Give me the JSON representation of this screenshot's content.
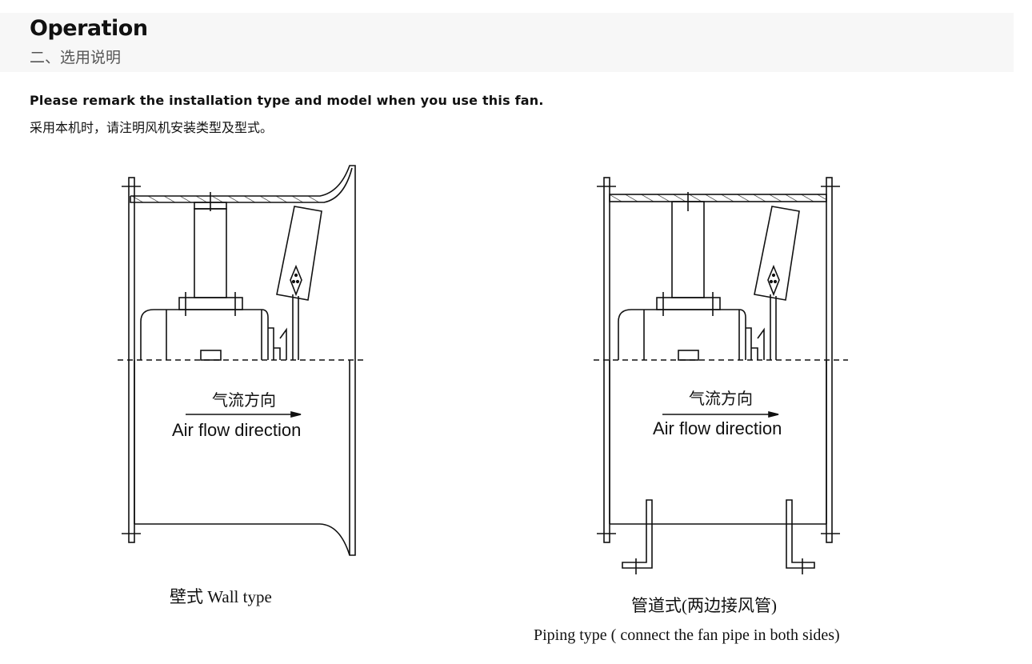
{
  "header": {
    "title": "Operation",
    "subtitle": "二、选用说明"
  },
  "intro": {
    "remark_en": "Please remark the installation type and model when you use this fan.",
    "remark_cn": "采用本机时，请注明风机安装类型及型式。"
  },
  "diagrams": [
    {
      "airflow_cn": "气流方向",
      "airflow_en": "Air flow direction",
      "label": "壁式 Wall type"
    },
    {
      "airflow_cn": "气流方向",
      "airflow_en": "Air flow direction",
      "label_cn": "管道式(两边接风管)",
      "label_en": "Piping type ( connect the fan pipe in both sides)"
    }
  ]
}
